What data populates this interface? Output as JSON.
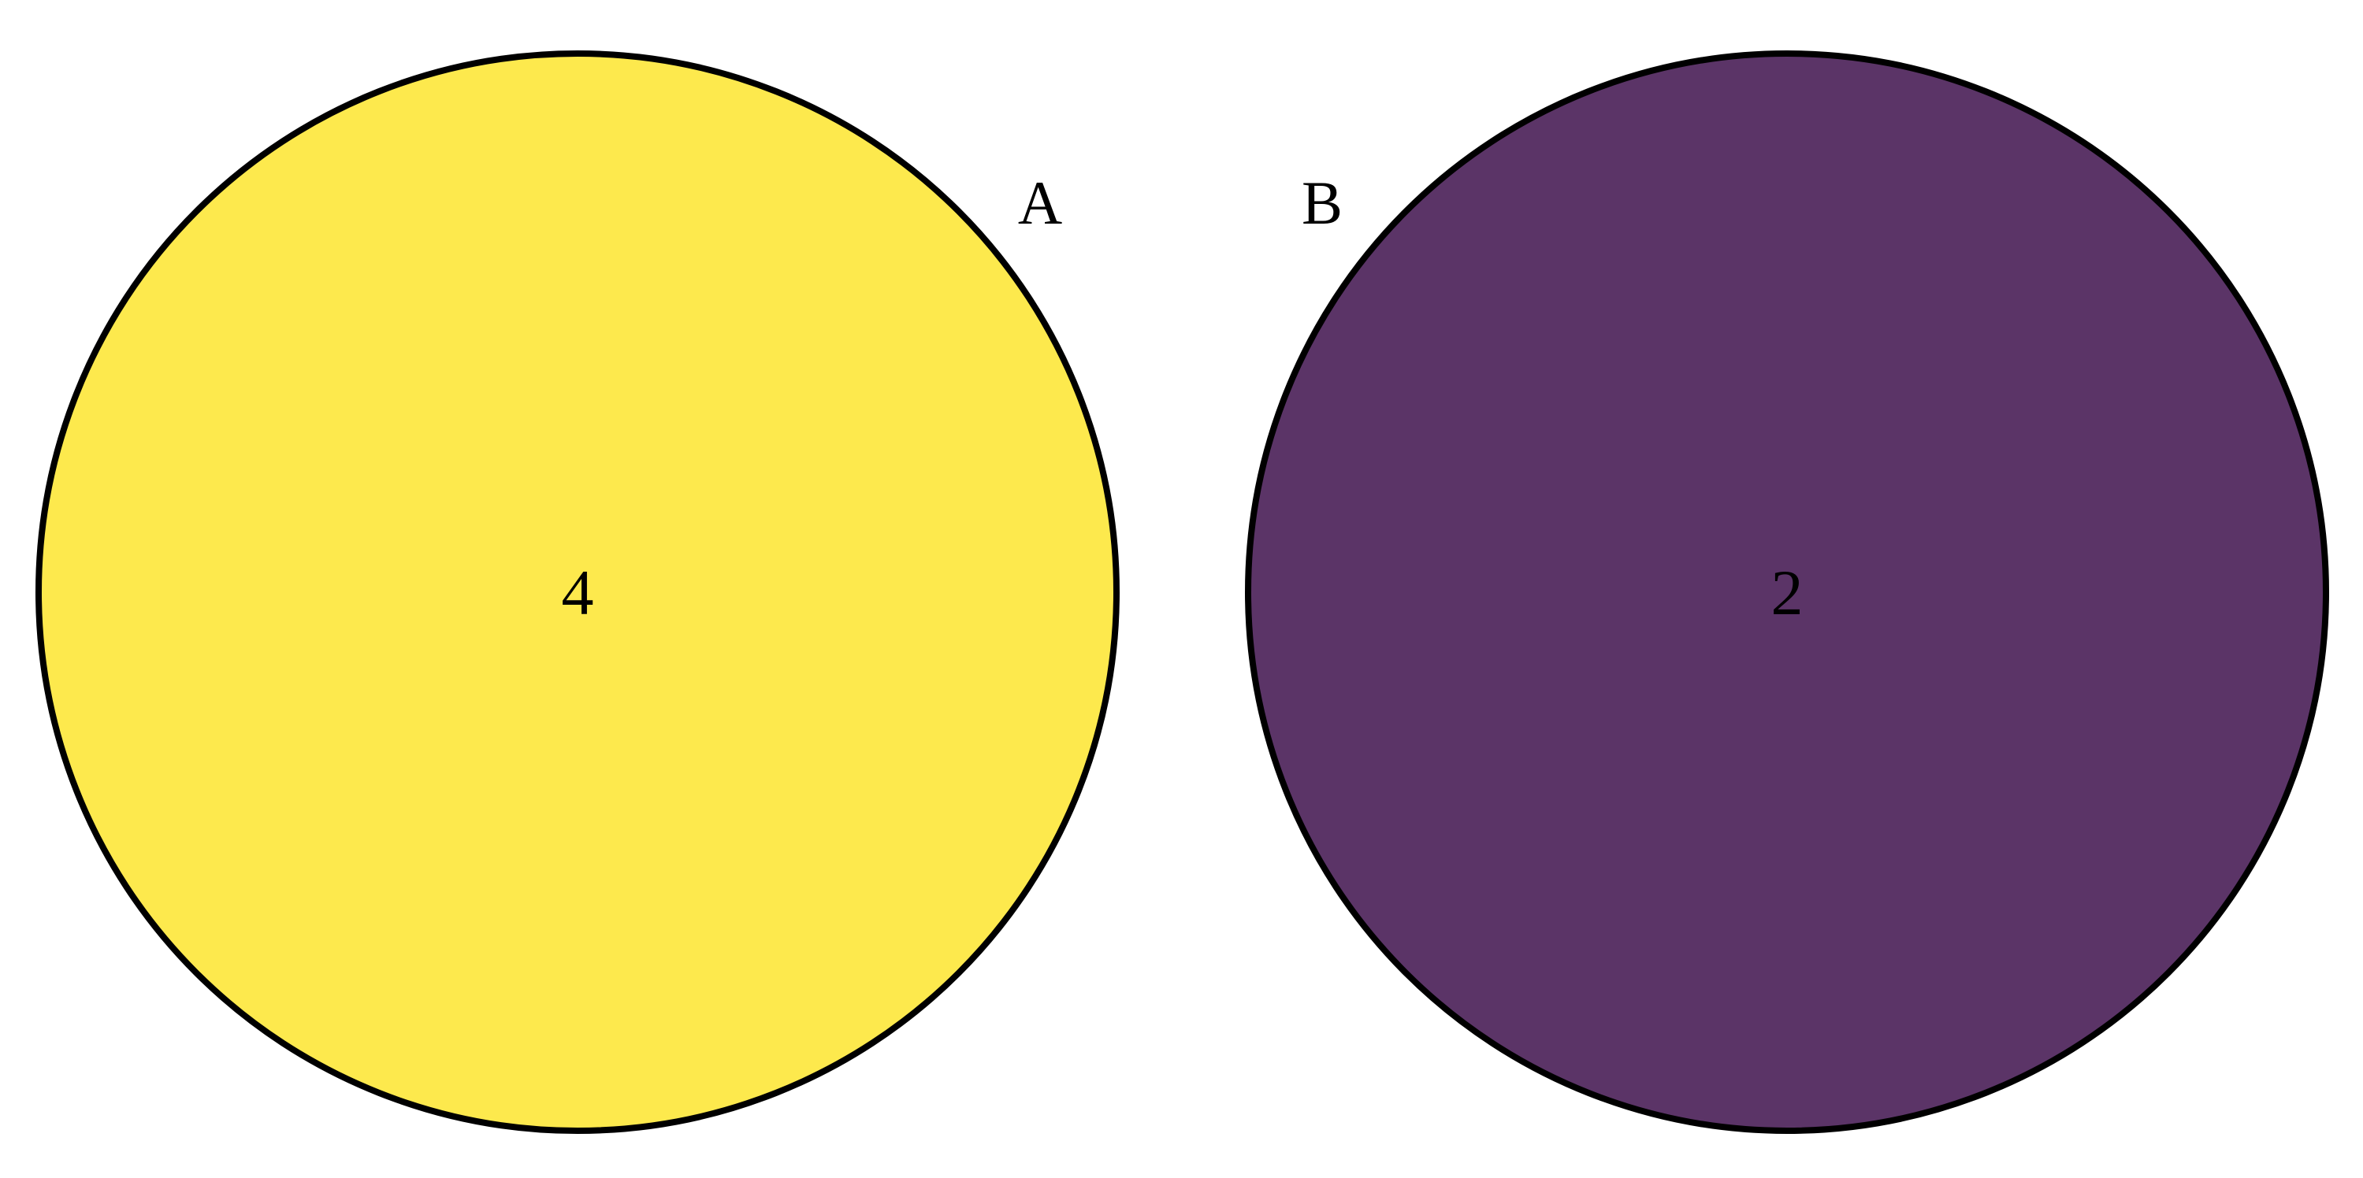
{
  "diagram": {
    "type": "venn",
    "sets": [
      {
        "name": "A",
        "only_count": "4",
        "fill_color": "#fde94d",
        "stroke_color": "#000000"
      },
      {
        "name": "B",
        "only_count": "2",
        "fill_color": "#5b3467",
        "stroke_color": "#000000"
      }
    ],
    "intersections": []
  }
}
